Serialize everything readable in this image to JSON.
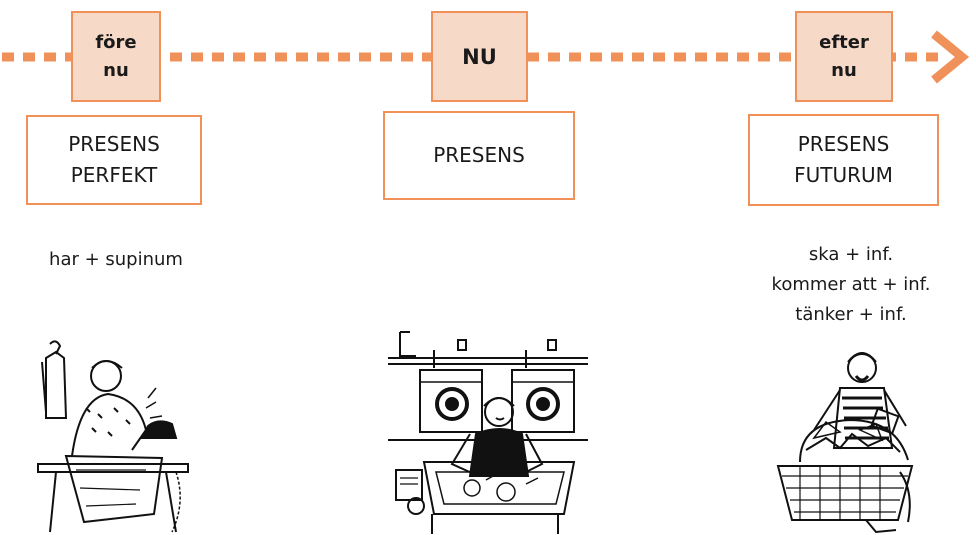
{
  "timeline": {
    "accent_color": "#f0915a",
    "marker_fill": "#f7d9c8"
  },
  "columns": [
    {
      "marker": {
        "line1": "före",
        "line2": "nu"
      },
      "tense": {
        "line1": "PRESENS",
        "line2": "PERFEKT"
      },
      "formula": [
        "har + supinum"
      ],
      "illustration": "person-ironing-clothes"
    },
    {
      "marker": {
        "line1": "NU"
      },
      "tense": {
        "line1": "PRESENS"
      },
      "formula": [],
      "illustration": "person-washing-dishes-laundry-room"
    },
    {
      "marker": {
        "line1": "efter",
        "line2": "nu"
      },
      "tense": {
        "line1": "PRESENS",
        "line2": "FUTURUM"
      },
      "formula": [
        "ska + inf.",
        "kommer att + inf.",
        "tänker + inf."
      ],
      "illustration": "person-with-laundry-basket"
    }
  ]
}
